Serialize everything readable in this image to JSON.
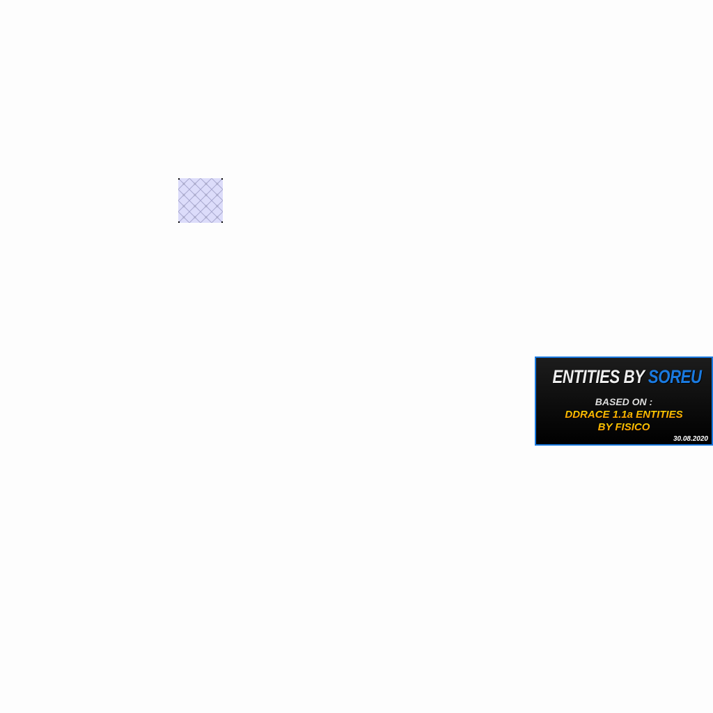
{
  "banner": {
    "title_prefix": "ENTITIES BY",
    "author": "SOREU",
    "based_on": "BASED ON :",
    "source_line1": "DDRACE 1.1a ENTITIES",
    "source_line2": "BY FISICO",
    "date": "30.08.2020"
  },
  "colors": {
    "background": "#fdfdfd",
    "tile": "#dcdcfa",
    "tile_lines": "#a8a8d0",
    "accent": "#1a7ae0"
  }
}
